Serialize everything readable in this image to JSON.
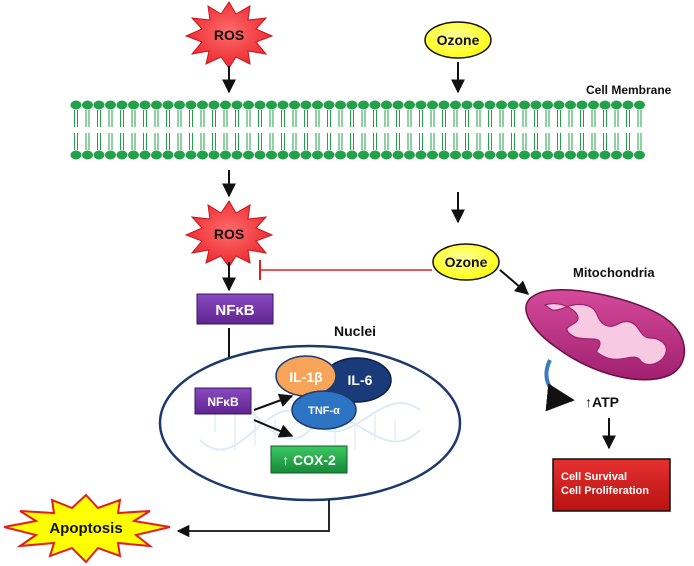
{
  "ros_top": "ROS",
  "ozone_top": "Ozone",
  "cell_membrane": "Cell Membrane",
  "ros_inner": "ROS",
  "ozone_inner": "Ozone",
  "nfkb_cyto": "NFκB",
  "mitochondria": "Mitochondria",
  "nuclei": "Nuclei",
  "nfkb_nuc": "NFκB",
  "il1b": "IL-1β",
  "il6": "IL-6",
  "tnfa": "TNF-α",
  "cox2": "↑ COX-2",
  "atp": "↑ATP",
  "outcome_line1": "Cell Survival",
  "outcome_line2": "Cell Proliferation",
  "apoptosis": "Apoptosis",
  "colors": {
    "starburst": "#e8232a",
    "ozone_fill": "#ffff00",
    "membrane": "#22a04a",
    "nfkb": "#7030a0",
    "il1b": "#f7a45a",
    "il6": "#1b3a7a",
    "tnfa": "#2e74c4",
    "cox2": "#1ea845",
    "outcome": "#d31c1c",
    "mito": "#c2308a",
    "inhibit": "#e02020",
    "apoptosis": "#ffff00"
  }
}
